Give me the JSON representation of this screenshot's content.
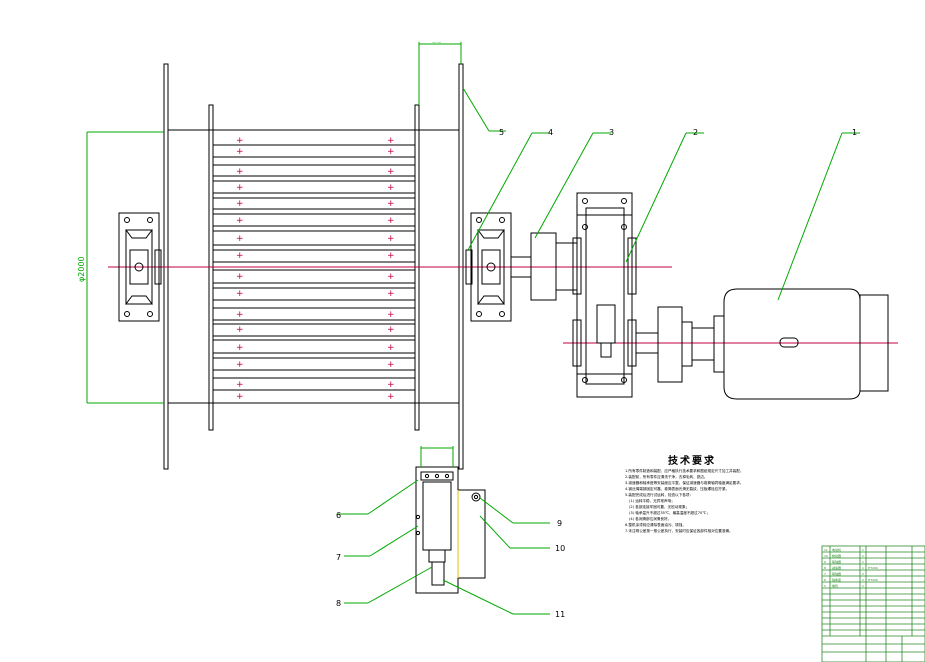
{
  "drawing": {
    "diameter_label": "φ2000",
    "callouts": [
      "1",
      "2",
      "3",
      "4",
      "5",
      "6",
      "7",
      "8",
      "9",
      "10",
      "11"
    ],
    "crosshair_symbol": "+",
    "line_colors": {
      "outline": "#000000",
      "dimension": "#00aa00",
      "centerline": "#c00040",
      "marker": "#c00040"
    }
  },
  "tech_requirements": {
    "title": "技术要求",
    "items": [
      "1.所有零件制造和装配，应严格执行技术要求和图纸规定尺寸加工并装配。",
      "2.装配前，所有零件应清洗干净，去掉毛刺、锐边。",
      "3.减速器和轴承座等安装面应平整，保证减速器与卷筒轴同轴度满足要求。",
      "4.钢丝绳端部固定可靠，卷筒表面光滑无裂纹，压板螺栓应拧紧。",
      "5.装配完成后进行试运转，检查以下各项：",
      "(1) 运转平稳，无异常声响；",
      "(2) 各部连接牢固可靠，无松动现象；",
      "(3) 轴承温升不超过35℃，最高温度不超过70℃；",
      "(4) 各润滑部位润滑良好。",
      "6.整机涂漆前应清除表面油污、锈蚀。",
      "7.未注明公差按一般公差执行，安装时应保证各部件相对位置准确。"
    ]
  },
  "title_block": {
    "rows": [
      [
        "11",
        "电动机",
        "1",
        "",
        ""
      ],
      [
        "10",
        "制动器",
        "1",
        "",
        ""
      ],
      [
        "9",
        "联轴器",
        "1",
        "",
        ""
      ],
      [
        "8",
        "减速器",
        "1",
        "HT200",
        ""
      ],
      [
        "7",
        "联轴器",
        "2",
        "",
        ""
      ],
      [
        "6",
        "轴承座",
        "2",
        "HT200",
        ""
      ],
      [
        "5",
        "卷筒",
        "1",
        "",
        ""
      ]
    ]
  }
}
